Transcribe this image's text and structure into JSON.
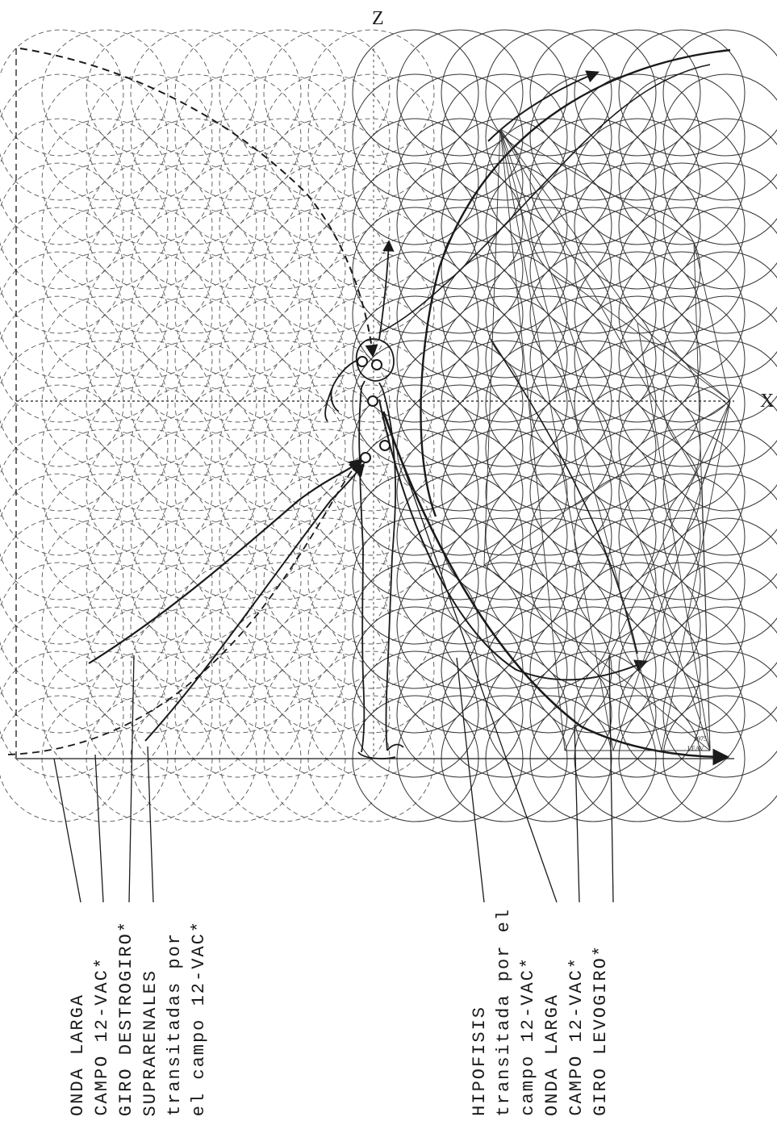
{
  "axes": {
    "z": "Z",
    "x": "X"
  },
  "signature": "1975 LEAV",
  "colors": {
    "ink": "#1a1a1a",
    "background": "#ffffff"
  },
  "labels_left": [
    "ONDA LARGA",
    "CAMPO 12-VAC*",
    "GIRO DESTROGIRO*",
    "SUPRARENALES",
    "transitadas por",
    "el campo 12-VAC*"
  ],
  "labels_right": [
    "HIPOFISIS",
    "transitada por el",
    "campo 12-VAC*",
    "ONDA LARGA",
    "CAMPO 12-VAC*",
    "GIRO LEVOGIRO*"
  ]
}
